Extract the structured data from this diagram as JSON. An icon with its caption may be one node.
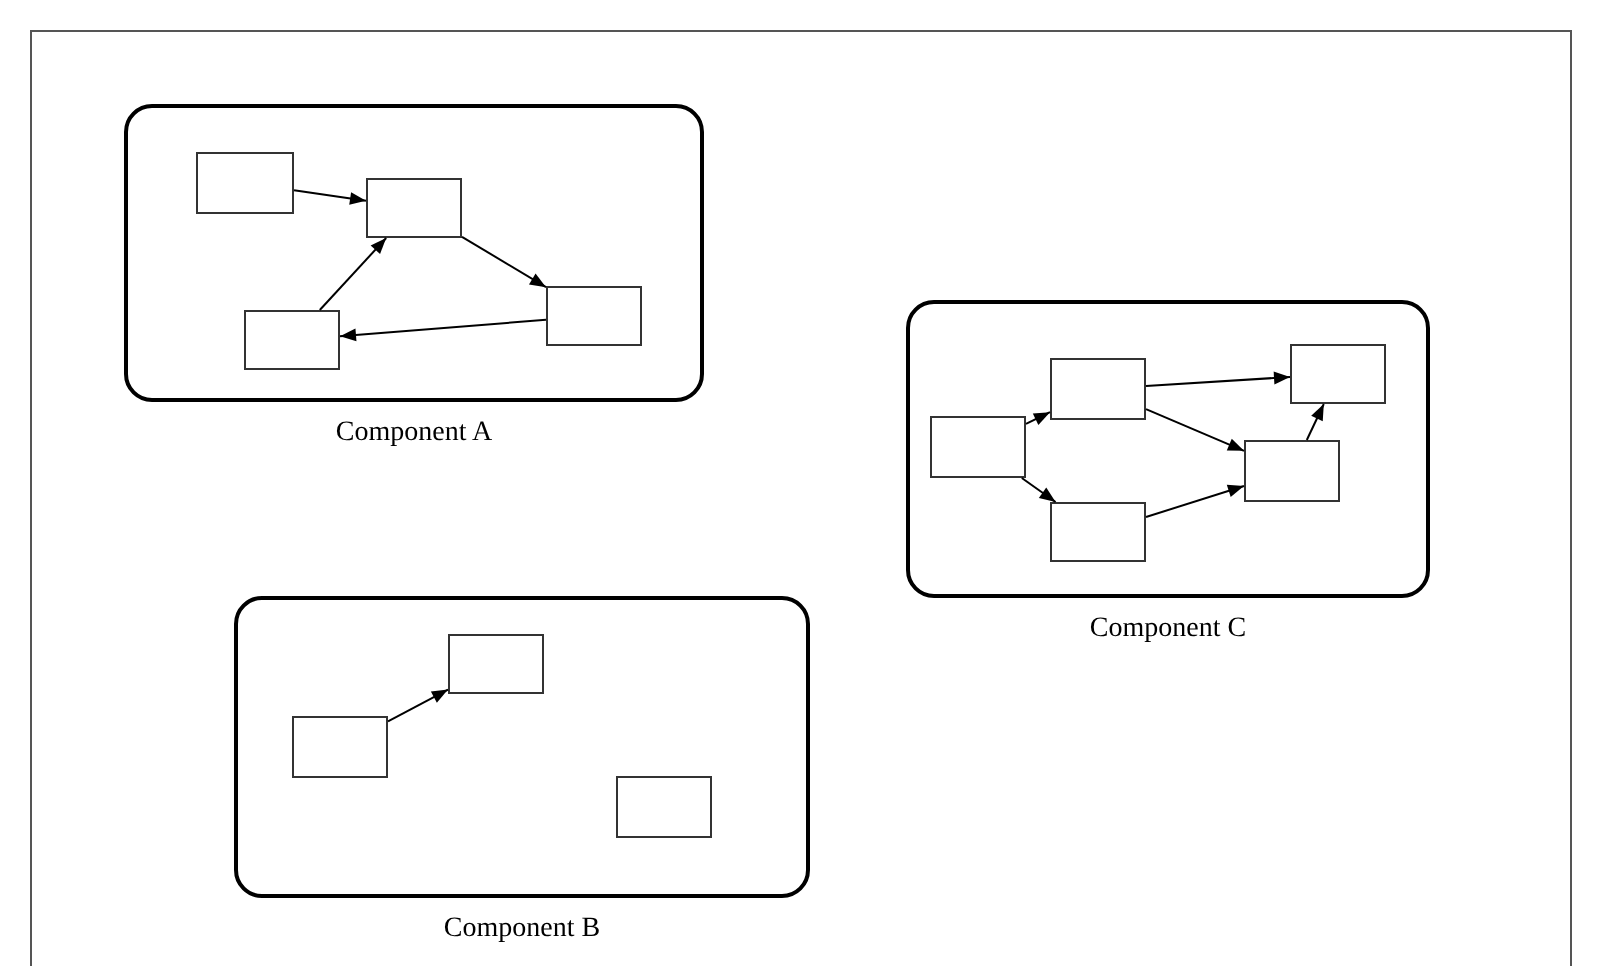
{
  "diagram": {
    "nodes": [
      {
        "text": [
          "Component A"
        ]
      },
      {
        "text": [],
        "shape": "box",
        "in": 0
      },
      {
        "text": [],
        "shape": "box",
        "in": 0
      },
      {
        "text": [],
        "shape": "box",
        "in": 0
      },
      {
        "text": [],
        "shape": "box",
        "in": 0
      },
      {
        "text": [
          "Component C"
        ]
      },
      {
        "text": [],
        "shape": "box",
        "in": 5
      },
      {
        "text": [],
        "shape": "box",
        "in": 5
      },
      {
        "text": [],
        "shape": "box",
        "in": 5
      },
      {
        "text": [],
        "shape": "box",
        "in": 5
      },
      {
        "text": [],
        "shape": "box",
        "in": 5
      },
      {
        "text": [
          "Component B"
        ]
      },
      {
        "text": [],
        "shape": "box",
        "in": 11
      },
      {
        "text": [],
        "shape": "box",
        "in": 11
      },
      {
        "text": [],
        "shape": "box",
        "in": 11
      }
    ],
    "edges": [
      {
        "from": 1,
        "to": 2,
        "arrow": "to"
      },
      {
        "from": 2,
        "to": 3,
        "arrow": "to"
      },
      {
        "from": 3,
        "to": 4,
        "arrow": "to"
      },
      {
        "from": 4,
        "to": 2,
        "arrow": "to"
      },
      {
        "from": 8,
        "to": 7,
        "arrow": "to"
      },
      {
        "from": 8,
        "to": 10,
        "arrow": "to"
      },
      {
        "from": 7,
        "to": 6,
        "arrow": "to"
      },
      {
        "from": 7,
        "to": 9,
        "arrow": "to"
      },
      {
        "from": 10,
        "to": 9,
        "arrow": "to"
      },
      {
        "from": 9,
        "to": 6,
        "arrow": "to"
      },
      {
        "from": 13,
        "to": 12,
        "arrow": "to"
      }
    ]
  }
}
